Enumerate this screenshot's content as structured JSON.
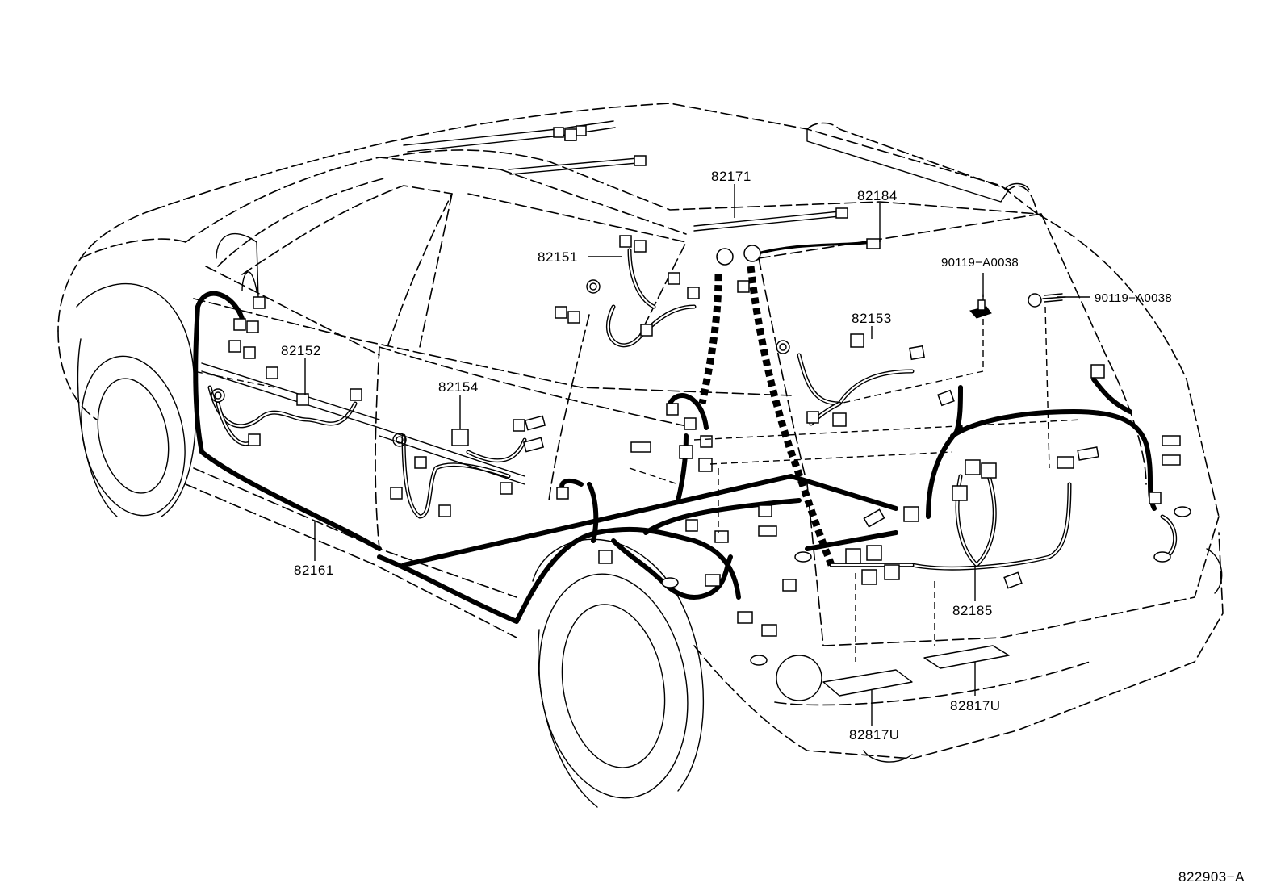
{
  "labels": {
    "p82171": "82171",
    "p82184": "82184",
    "p82151": "82151",
    "p90119_a": "90119−A0038",
    "p90119_b": "90119−A0038",
    "p82153": "82153",
    "p82152": "82152",
    "p82154": "82154",
    "p82161": "82161",
    "p82185": "82185",
    "p82817U_a": "82817U",
    "p82817U_b": "82817U"
  },
  "figure_id": "822903−A"
}
